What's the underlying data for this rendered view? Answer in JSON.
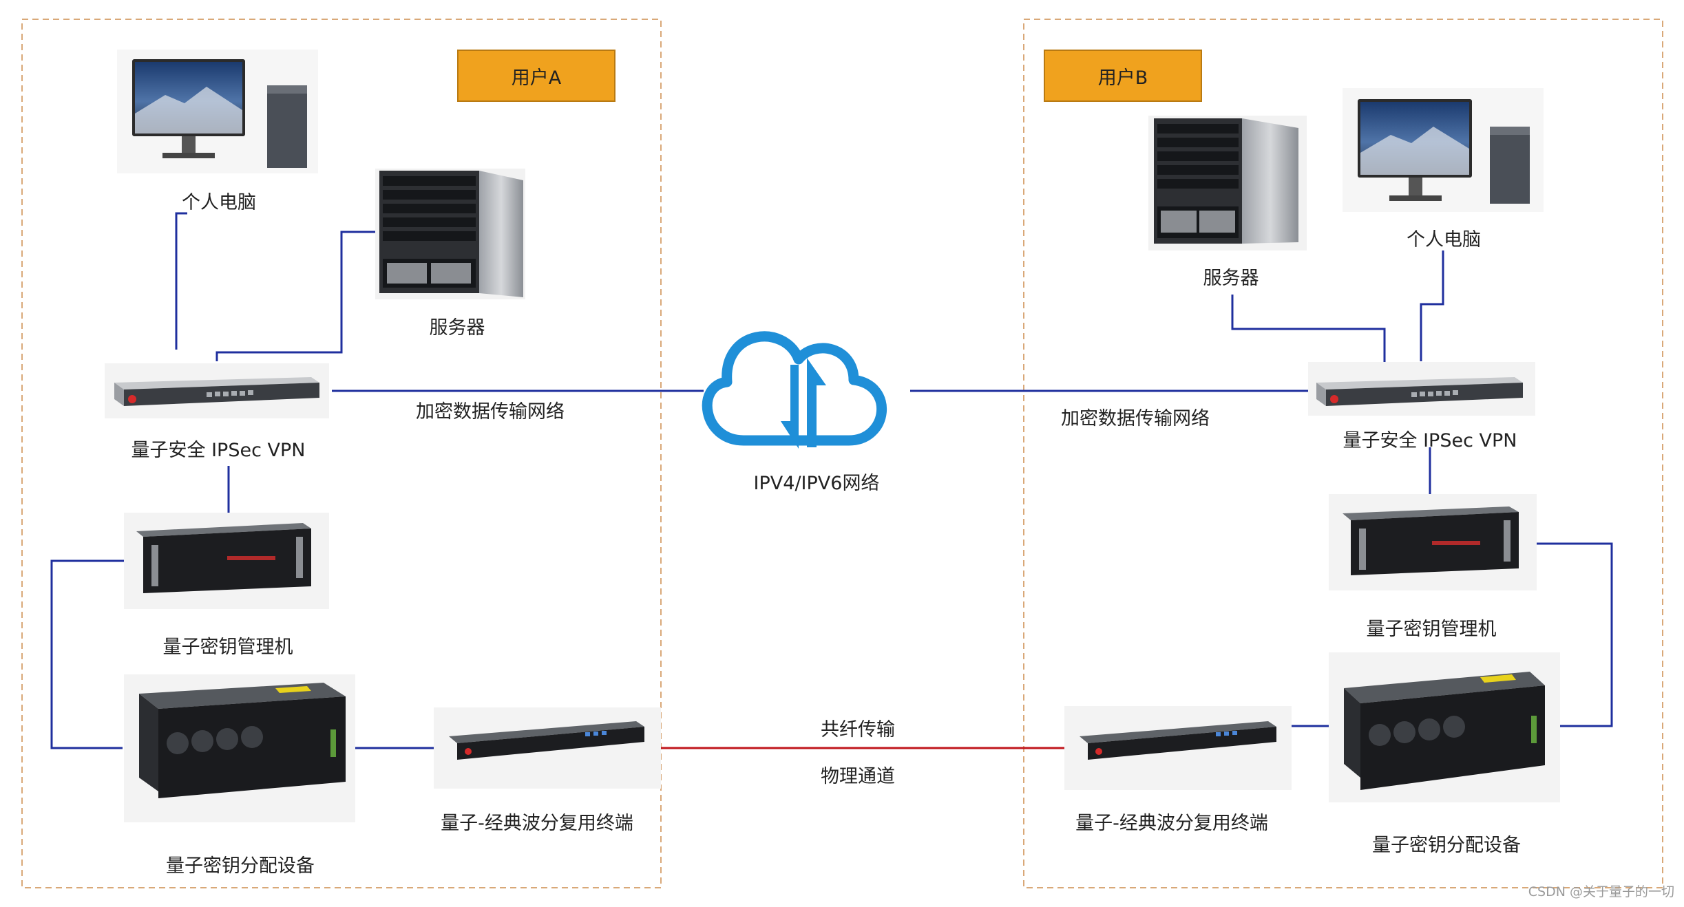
{
  "user_a": {
    "label": "用户A"
  },
  "user_b": {
    "label": "用户B"
  },
  "left": {
    "pc": "个人电脑",
    "server": "服务器",
    "vpn": "量子安全 IPSec VPN",
    "kms": "量子密钥管理机",
    "qkd": "量子密钥分配设备",
    "wdm": "量子-经典波分复用终端"
  },
  "right": {
    "pc": "个人电脑",
    "server": "服务器",
    "vpn": "量子安全 IPSec VPN",
    "kms": "量子密钥管理机",
    "qkd": "量子密钥分配设备",
    "wdm": "量子-经典波分复用终端"
  },
  "cloud": {
    "label": "IPV4/IPV6网络"
  },
  "links": {
    "encrypted_left": "加密数据传输网络",
    "encrypted_right": "加密数据传输网络",
    "fiber": "共纤传输",
    "physical": "物理通道"
  },
  "colors": {
    "link": "#1f2f9e",
    "fiber": "#c0161c",
    "user_box": "#f0a21e",
    "region_border": "#d9a878",
    "cloud": "#1f8fd8"
  },
  "watermark": "CSDN @关于量子的一切"
}
